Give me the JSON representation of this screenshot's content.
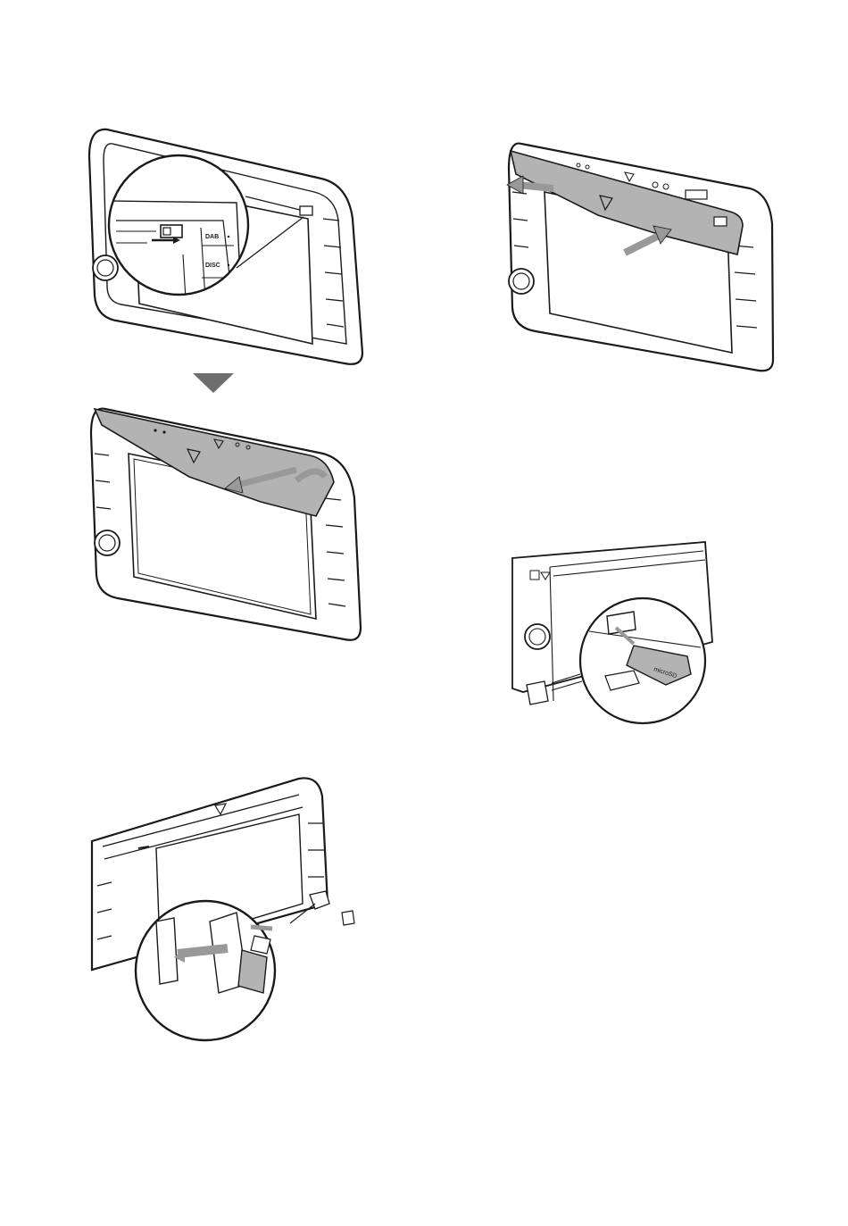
{
  "labels": {
    "dab": "DAB",
    "disc": "DISC",
    "card": "microSD"
  },
  "colors": {
    "line": "#1a1a1a",
    "panel_gray": "#b3b3b3",
    "arrow_gray": "#999999",
    "down_arrow": "#6e6e6e"
  }
}
